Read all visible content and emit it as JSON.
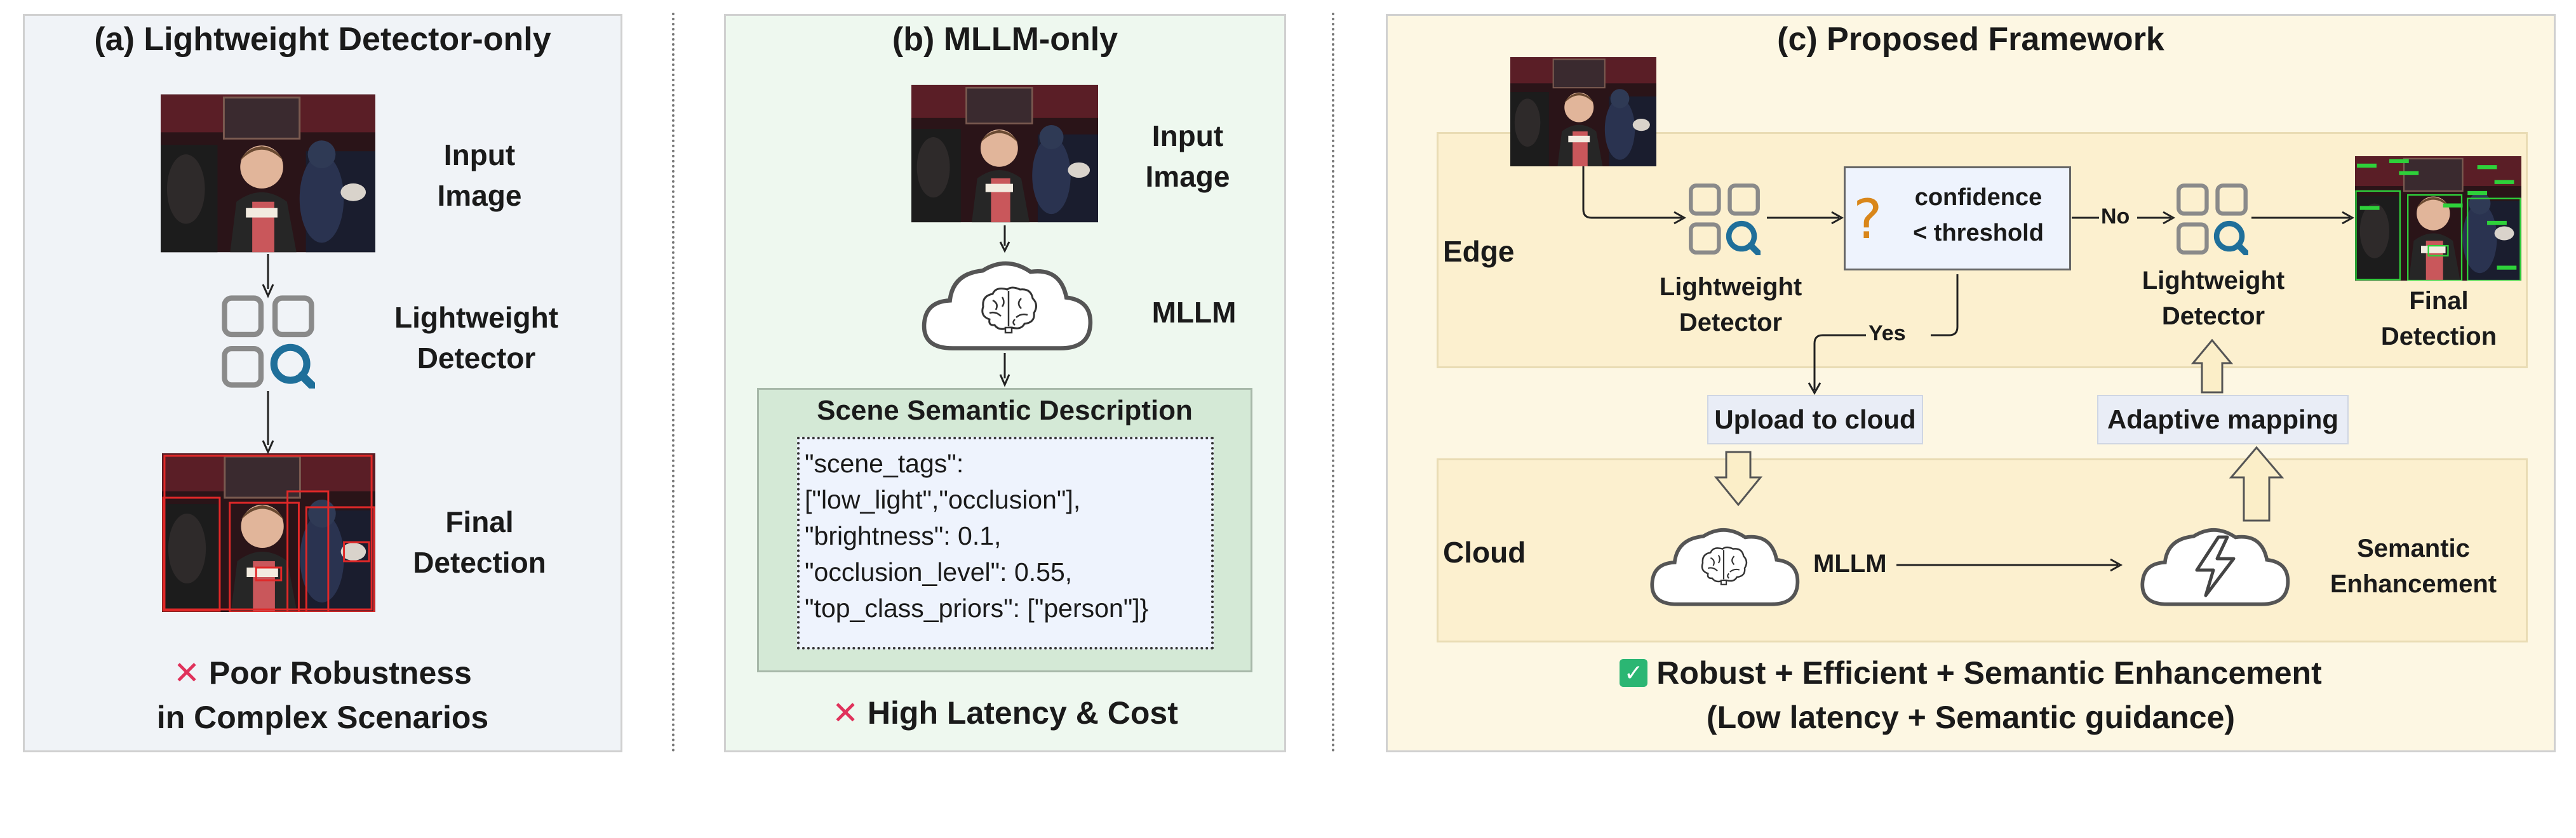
{
  "panel_a": {
    "title": "(a) Lightweight Detector-only",
    "input_label": "Input\nImage",
    "detector_label": "Lightweight\nDetector",
    "final_label": "Final\nDetection",
    "conclusion_line1": "Poor Robustness",
    "conclusion_line2": "in Complex Scenarios",
    "xmark": "✕"
  },
  "panel_b": {
    "title": "(b) MLLM-only",
    "input_label": "Input\nImage",
    "mllm_label": "MLLM",
    "scene_title": "Scene Semantic Description",
    "json_lines": [
      "\"scene_tags\":",
      "[\"low_light\",\"occlusion\"],",
      "\"brightness\": 0.1,",
      "\"occlusion_level\": 0.55,",
      "\"top_class_priors\": [\"person\"]}"
    ],
    "conclusion": "High Latency & Cost",
    "xmark": "✕"
  },
  "panel_c": {
    "title": "(c) Proposed Framework",
    "edge_label": "Edge",
    "cloud_label": "Cloud",
    "detector1_label": "Lightweight\nDetector",
    "detector2_label": "Lightweight\nDetector",
    "question_mark": "?",
    "condition_line1": "confidence",
    "condition_line2": "< threshold",
    "no_label": "No",
    "yes_label": "Yes",
    "upload_label": "Upload to cloud",
    "adaptive_label": "Adaptive mapping",
    "final_label": "Final\nDetection",
    "mllm_label": "MLLM",
    "semantic_label": "Semantic\nEnhancement",
    "conclusion_line1": "Robust + Efficient + Semantic Enhancement",
    "conclusion_line2": "(Low latency + Semantic guidance)",
    "check": "✓"
  },
  "colors": {
    "panel_a_bg": "#f0f3f7",
    "panel_b_bg": "#eef8ef",
    "panel_c_bg": "#fdf7e3",
    "scene_box_bg": "#d4e9d6",
    "accent_x": "#e0325b",
    "accent_check": "#2bb673",
    "detector_blue": "#1f6f9a",
    "question_orange": "#d9861a",
    "arrow_fill": "#fbeec8"
  }
}
